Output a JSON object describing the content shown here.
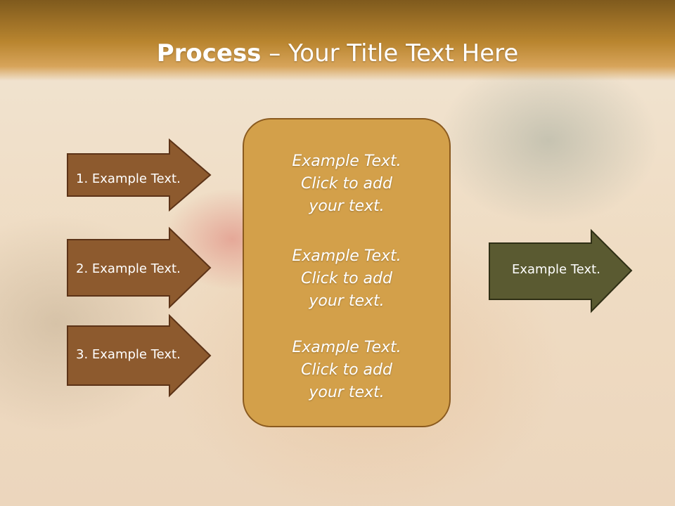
{
  "title": {
    "bold": "Process",
    "rest": " – Your Title Text Here"
  },
  "left_arrows": [
    {
      "label": "1. Example Text."
    },
    {
      "label": "2. Example Text."
    },
    {
      "label": "3. Example Text."
    }
  ],
  "center_box": {
    "items": [
      {
        "lines": [
          "Example Text.",
          "Click  to add",
          "your text."
        ]
      },
      {
        "lines": [
          "Example Text.",
          "Click  to add",
          "your text."
        ]
      },
      {
        "lines": [
          "Example Text.",
          "Click  to add",
          "your text."
        ]
      }
    ]
  },
  "right_arrow": {
    "label": "Example Text."
  },
  "colors": {
    "title_bar": "#b9852f",
    "left_arrow_fill": "#8d5a2e",
    "left_arrow_stroke": "#5c3317",
    "center_box_fill": "#d3a04a",
    "center_box_stroke": "#8a5a1f",
    "right_arrow_fill": "#5a5a31",
    "right_arrow_stroke": "#2f2f15"
  }
}
